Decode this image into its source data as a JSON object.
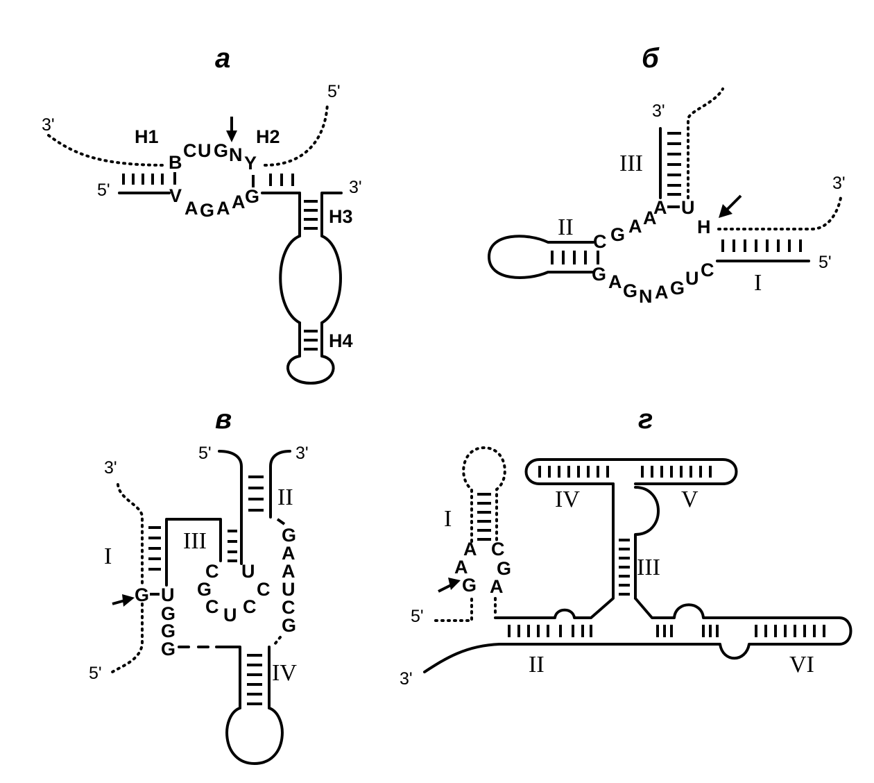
{
  "panels": {
    "a": {
      "label": "а",
      "ends": {
        "left_top": "3'",
        "right_top": "5'",
        "left_bottom": "5'",
        "right_bottom": "3'"
      },
      "helices": {
        "h1": "H1",
        "h2": "H2",
        "h3": "H3",
        "h4": "H4"
      },
      "top_seq": [
        "B",
        "C",
        "U",
        "G",
        "N",
        "Y"
      ],
      "bottom_seq": [
        "V",
        "A",
        "G",
        "A",
        "A",
        "G"
      ]
    },
    "b": {
      "label": "б",
      "ends": {
        "top": "3'",
        "right_top": "3'",
        "right_bottom": "5'"
      },
      "helices": {
        "i": "I",
        "ii": "II",
        "iii": "III"
      },
      "top_seq": [
        "C",
        "G",
        "A",
        "A",
        "A",
        "U",
        "H"
      ],
      "bottom_seq": [
        "G",
        "A",
        "G",
        "N",
        "A",
        "G",
        "U",
        "C"
      ]
    },
    "c": {
      "label": "в",
      "ends": {
        "left_top": "3'",
        "left_bottom": "5'",
        "mid_left": "5'",
        "mid_right": "3'"
      },
      "helices": {
        "i": "I",
        "ii": "II",
        "iii": "III",
        "iv": "IV"
      },
      "cleave": "G",
      "left_seq": [
        "U",
        "G",
        "G",
        "G"
      ],
      "loop_seq": [
        "C",
        "G",
        "C",
        "U",
        "C",
        "C",
        "U"
      ],
      "right_seq": [
        "G",
        "A",
        "A",
        "U",
        "C",
        "G"
      ]
    },
    "d": {
      "label": "г",
      "ends": {
        "left_5": "5'",
        "left_3": "3'"
      },
      "helices": {
        "i": "I",
        "ii": "II",
        "iii": "III",
        "iv": "IV",
        "v": "V",
        "vi": "VI"
      },
      "left_seq": [
        "A",
        "A",
        "G"
      ],
      "right_seq": [
        "C",
        "G",
        "A"
      ]
    }
  }
}
